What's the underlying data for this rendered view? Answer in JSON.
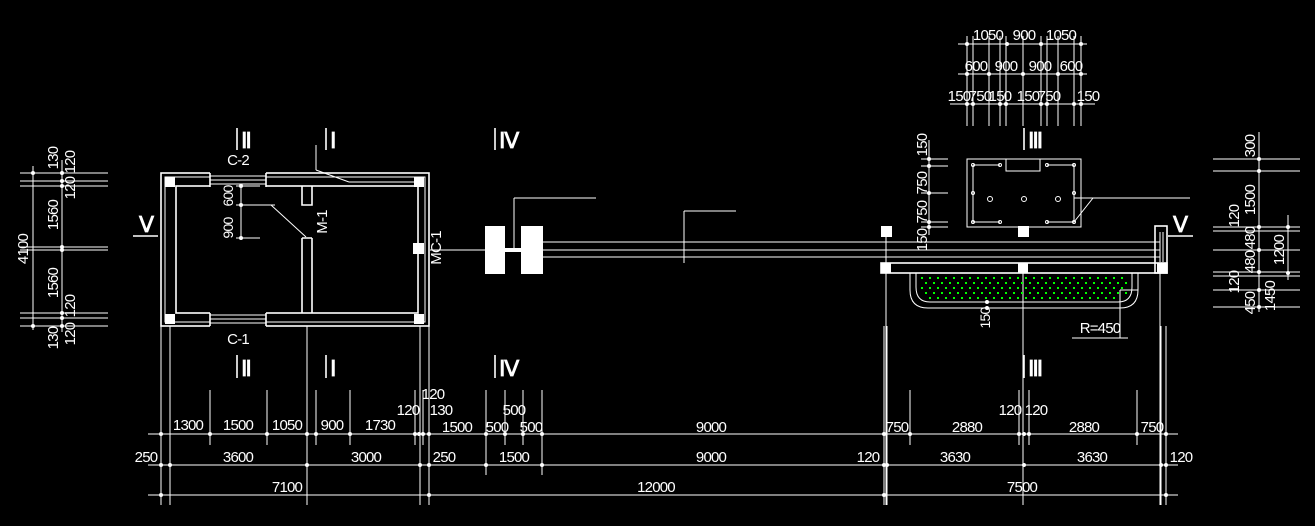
{
  "section_marks": {
    "I": "Ⅰ",
    "II": "Ⅱ",
    "III": "Ⅲ",
    "IV": "Ⅳ",
    "V": "Ⅴ"
  },
  "labels": {
    "c2": "C-2",
    "c1": "C-1",
    "m1": "M-1",
    "mc1": "MC-1",
    "radius": "R=450"
  },
  "dims": {
    "bottom_row1": [
      "1300",
      "1500",
      "1050",
      "900",
      "1730",
      "120",
      "120",
      "130",
      "1500",
      "500",
      "500",
      "500",
      "9000",
      "750",
      "2880",
      "120",
      "120",
      "2880",
      "750"
    ],
    "bottom_row2": [
      "250",
      "3600",
      "3000",
      "250",
      "1500",
      "9000",
      "120",
      "3630",
      "3630",
      "120"
    ],
    "bottom_row3": [
      "7100",
      "12000",
      "7500"
    ],
    "left": [
      "4100",
      "1560",
      "1560",
      "130",
      "120",
      "120",
      "120",
      "130",
      "120"
    ],
    "door": [
      "900",
      "600"
    ],
    "box_top_row1": [
      "1050",
      "900",
      "1050"
    ],
    "box_top_row2": [
      "600",
      "900",
      "900",
      "600"
    ],
    "box_top_row3": [
      "150",
      "750",
      "150",
      "150",
      "750",
      "150"
    ],
    "box_left": [
      "150",
      "750",
      "750",
      "150"
    ],
    "right": [
      "300",
      "1500",
      "120",
      "480",
      "480",
      "120",
      "450",
      "1200",
      "1450"
    ],
    "planter": [
      "150"
    ]
  },
  "colors": {
    "line": "#ffffff",
    "planting": "#00ff00",
    "background": "#000000"
  }
}
